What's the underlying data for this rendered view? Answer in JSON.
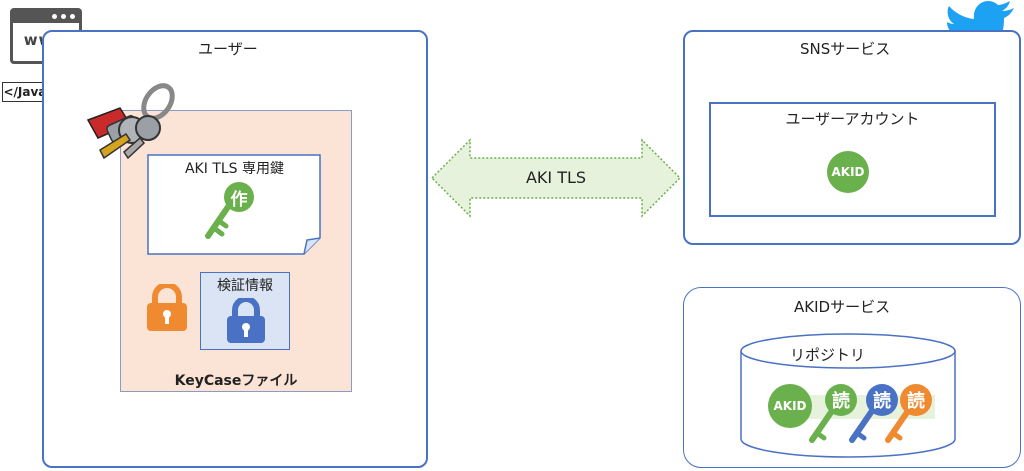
{
  "browser": {
    "url_label": "www",
    "code_label": "</JavaScript>"
  },
  "user": {
    "title": "ユーザー",
    "keycase": {
      "label": "KeyCaseファイル",
      "private_key_label": "AKI TLS 専用鍵",
      "private_key_badge": "作",
      "verification_label": "検証情報"
    }
  },
  "connection": {
    "label": "AKI TLS"
  },
  "sns": {
    "title": "SNSサービス",
    "account_label": "ユーザーアカウント",
    "akid_badge": "AKID"
  },
  "akid_service": {
    "title": "AKIDサービス",
    "repository_label": "リポジトリ",
    "akid_badge": "AKID",
    "read_badges": [
      "読",
      "読",
      "読"
    ]
  },
  "colors": {
    "blue": "#4a72c4",
    "green": "#6ab04c",
    "orange": "#f08a30",
    "keycase_fill": "#fbe3d6",
    "arrow_fill": "#e6f2dc",
    "twitter": "#1da1f2"
  }
}
